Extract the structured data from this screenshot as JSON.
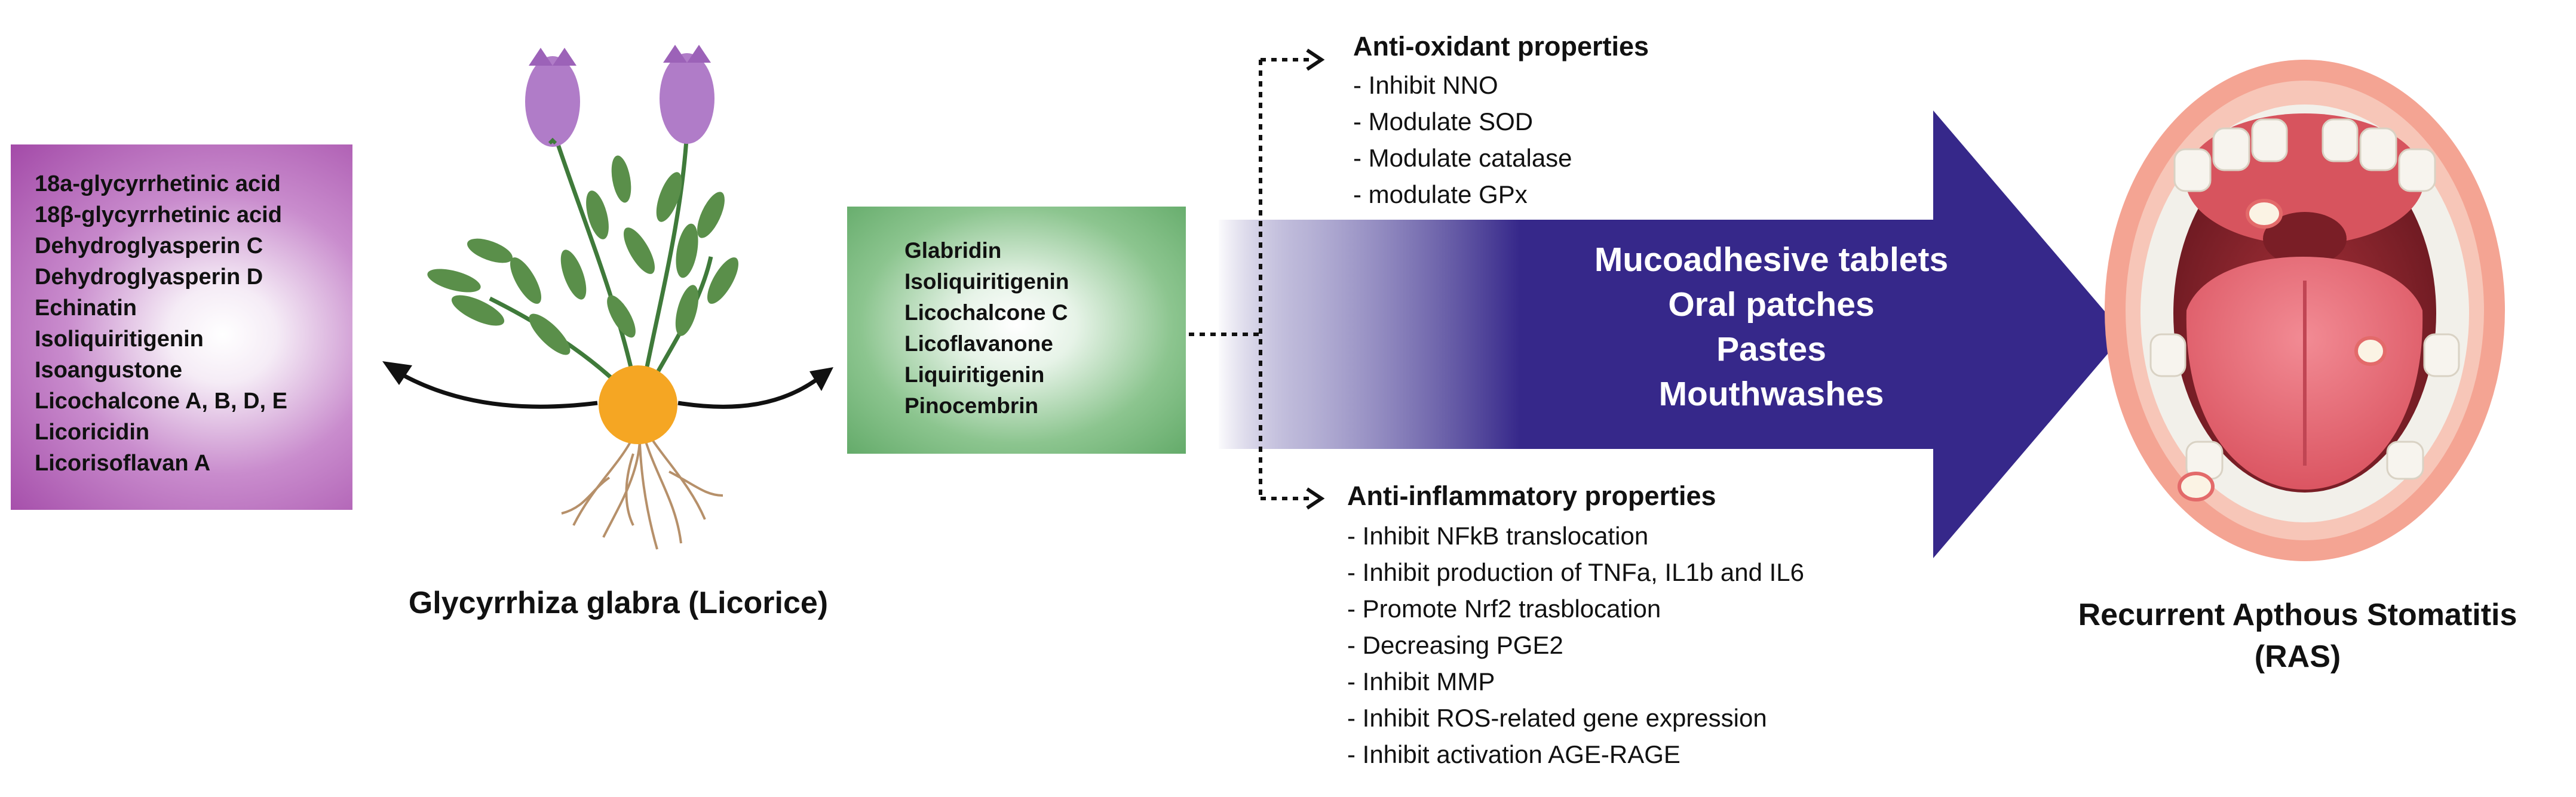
{
  "compounds_box": {
    "items": [
      "18a-glycyrrhetinic acid",
      "18β-glycyrrhetinic acid",
      "Dehydroglyasperin C",
      "Dehydroglyasperin D",
      "Echinatin",
      "Isoliquiritigenin",
      "Isoangustone",
      "Licochalcone A, B, D, E",
      "Licoricidin",
      "Licorisoflavan A"
    ],
    "color": "#a34aa8"
  },
  "plant": {
    "caption": "Glycyrrhiza glabra (Licorice)",
    "flower_color": "#b07cc8",
    "leaf_color": "#5a8f4a",
    "root_node_color": "#f5a623"
  },
  "flavonoids_box": {
    "items": [
      "Glabridin",
      "Isoliquiritigenin",
      "Licochalcone C",
      "Licoflavanone",
      "Liquiritigenin",
      "Pinocembrin"
    ],
    "color": "#64ab6a"
  },
  "antioxidant": {
    "title": "Anti-oxidant properties",
    "items": [
      "- Inhibit NNO",
      "- Modulate SOD",
      "- Modulate catalase",
      "- modulate GPx"
    ]
  },
  "antiinflammatory": {
    "title": "Anti-inflammatory properties",
    "items": [
      "- Inhibit NFkB translocation",
      "- Inhibit production of TNFa, IL1b and IL6",
      "- Promote Nrf2 trasblocation",
      "- Decreasing PGE2",
      "- Inhibit MMP",
      "- Inhibit ROS-related gene expression",
      "- Inhibit activation AGE-RAGE"
    ]
  },
  "formulations": {
    "items": [
      "Mucoadhesive tablets",
      "Oral patches",
      "Pastes",
      "Mouthwashes"
    ],
    "arrow_color": "#36288a"
  },
  "condition": {
    "caption_line1": "Recurrent Apthous Stomatitis",
    "caption_line2": "(RAS)"
  }
}
